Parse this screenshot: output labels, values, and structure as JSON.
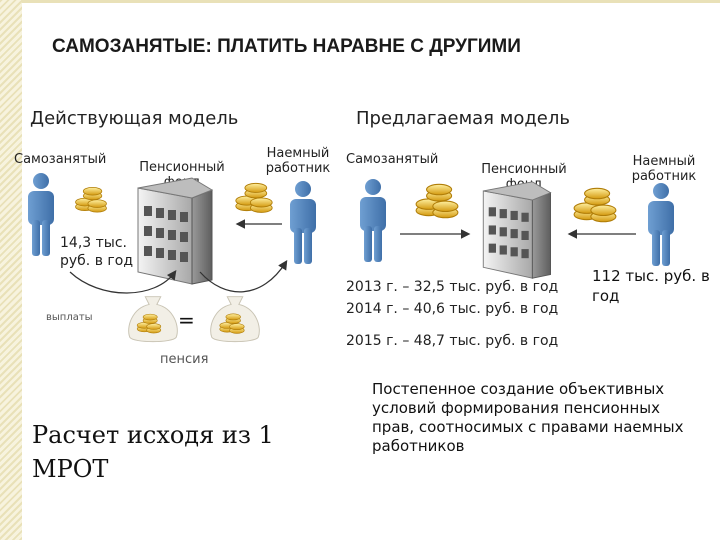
{
  "title": "САМОЗАНЯТЫЕ: ПЛАТИТЬ НАРАВНЕ С ДРУГИМИ",
  "current": {
    "heading": "Действующая модель",
    "self_employed": "Самозанятый",
    "pension_fund": "Пенсионный фонд",
    "employee": "Наемный работник",
    "amount": "14,3 тыс. руб. в год",
    "payments": "выплаты",
    "equals": "=",
    "pension": "пенсия",
    "basis": "Расчет исходя из 1 МРОТ"
  },
  "proposed": {
    "heading": "Предлагаемая модель",
    "self_employed": "Самозанятый",
    "pension_fund": "Пенсионный фонд",
    "employee": "Наемный работник",
    "rates": [
      "2013 г. – 32,5 тыс. руб. в год",
      "2014 г. – 40,6 тыс. руб. в год",
      "2015 г. – 48,7 тыс. руб. в год"
    ],
    "employee_amount": "112 тыс. руб. в год",
    "note": "Постепенное создание объективных условий формирования пенсионных прав, соотносимых с правами наемных работников"
  },
  "colors": {
    "person": "#5b8fc6",
    "coin": "#e8b21a",
    "building": "#9a9a9a",
    "stripe": "#e9e1b8"
  }
}
